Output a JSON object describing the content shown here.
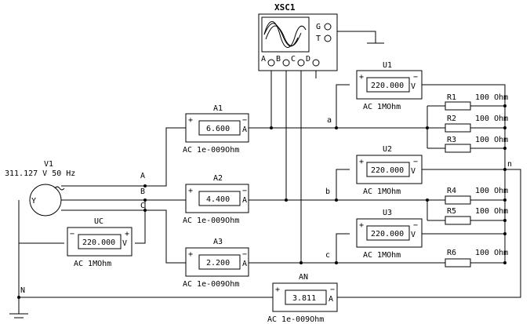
{
  "oscilloscope": {
    "name": "XSC1",
    "ground_label": "G",
    "trigger_label": "T",
    "channel_labels": [
      "A",
      "B",
      "C",
      "D"
    ]
  },
  "source": {
    "name": "V1",
    "spec": "311.127 V 50 Hz",
    "symbol": "Y",
    "phase_labels": [
      "A",
      "B",
      "C"
    ],
    "neutral_label": "N"
  },
  "ammeters": {
    "a1": {
      "name": "A1",
      "value": "6.600",
      "unit": "A",
      "spec": "AC  1e-009Ohm"
    },
    "a2": {
      "name": "A2",
      "value": "4.400",
      "unit": "A",
      "spec": "AC  1e-009Ohm"
    },
    "a3": {
      "name": "A3",
      "value": "2.200",
      "unit": "A",
      "spec": "AC  1e-009Ohm"
    },
    "an": {
      "name": "AN",
      "value": "3.811",
      "unit": "A",
      "spec": "AC  1e-009Ohm"
    }
  },
  "voltmeters": {
    "u1": {
      "name": "U1",
      "value": "220.000",
      "unit": "V",
      "spec": "AC  1MOhm"
    },
    "u2": {
      "name": "U2",
      "value": "220.000",
      "unit": "V",
      "spec": "AC  1MOhm"
    },
    "u3": {
      "name": "U3",
      "value": "220.000",
      "unit": "V",
      "spec": "AC  1MOhm"
    },
    "uc": {
      "name": "UC",
      "value": "220.000",
      "unit": "V",
      "spec": "AC  1MOhm"
    }
  },
  "resistors": {
    "r1": {
      "name": "R1",
      "value": "100 Ohm"
    },
    "r2": {
      "name": "R2",
      "value": "100 Ohm"
    },
    "r3": {
      "name": "R3",
      "value": "100 Ohm"
    },
    "r4": {
      "name": "R4",
      "value": "100 Ohm"
    },
    "r5": {
      "name": "R5",
      "value": "100 Ohm"
    },
    "r6": {
      "name": "R6",
      "value": "100 Ohm"
    }
  },
  "nodes": {
    "a": "a",
    "b": "b",
    "c": "c",
    "n": "n"
  },
  "polarity": {
    "plus": "+",
    "minus": "−"
  }
}
